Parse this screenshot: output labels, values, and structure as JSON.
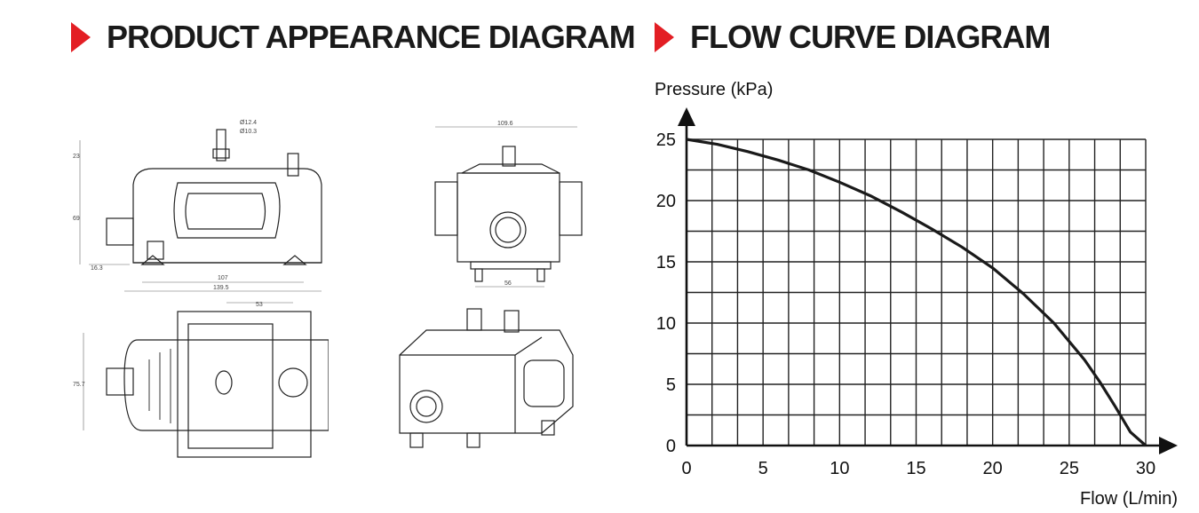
{
  "sections": {
    "appearance_title": "PRODUCT APPEARANCE DIAGRAM",
    "flow_title": "FLOW CURVE DIAGRAM"
  },
  "accent_color": "#e31e24",
  "dimensions": {
    "front": {
      "d1": "Ø12.4",
      "d2": "Ø10.3",
      "h1": "23",
      "h2": "69",
      "w1": "107",
      "w2": "139.5",
      "left": "16.3"
    },
    "side": {
      "width": "109.6",
      "base": "56"
    },
    "top": {
      "width": "53",
      "height": "75.7"
    }
  },
  "chart_data": {
    "type": "line",
    "title": "FLOW CURVE DIAGRAM",
    "xlabel": "Flow (L/min)",
    "ylabel": "Pressure (kPa)",
    "xlim": [
      0,
      30
    ],
    "ylim": [
      0,
      25
    ],
    "x_ticks": [
      0,
      5,
      10,
      15,
      20,
      25,
      30
    ],
    "y_ticks": [
      0,
      5,
      10,
      15,
      20,
      25
    ],
    "grid": true,
    "grid_x_step": 1.667,
    "grid_y_step": 2.5,
    "series": [
      {
        "color": "#1a1a1a",
        "x": [
          0,
          2,
          4,
          6,
          8,
          10,
          12,
          14,
          16,
          18,
          20,
          22,
          24,
          26,
          27,
          28,
          29,
          30
        ],
        "y": [
          25,
          24.6,
          24.0,
          23.3,
          22.5,
          21.5,
          20.4,
          19.1,
          17.7,
          16.2,
          14.5,
          12.4,
          10.0,
          7.0,
          5.2,
          3.2,
          1.1,
          0
        ]
      }
    ]
  }
}
